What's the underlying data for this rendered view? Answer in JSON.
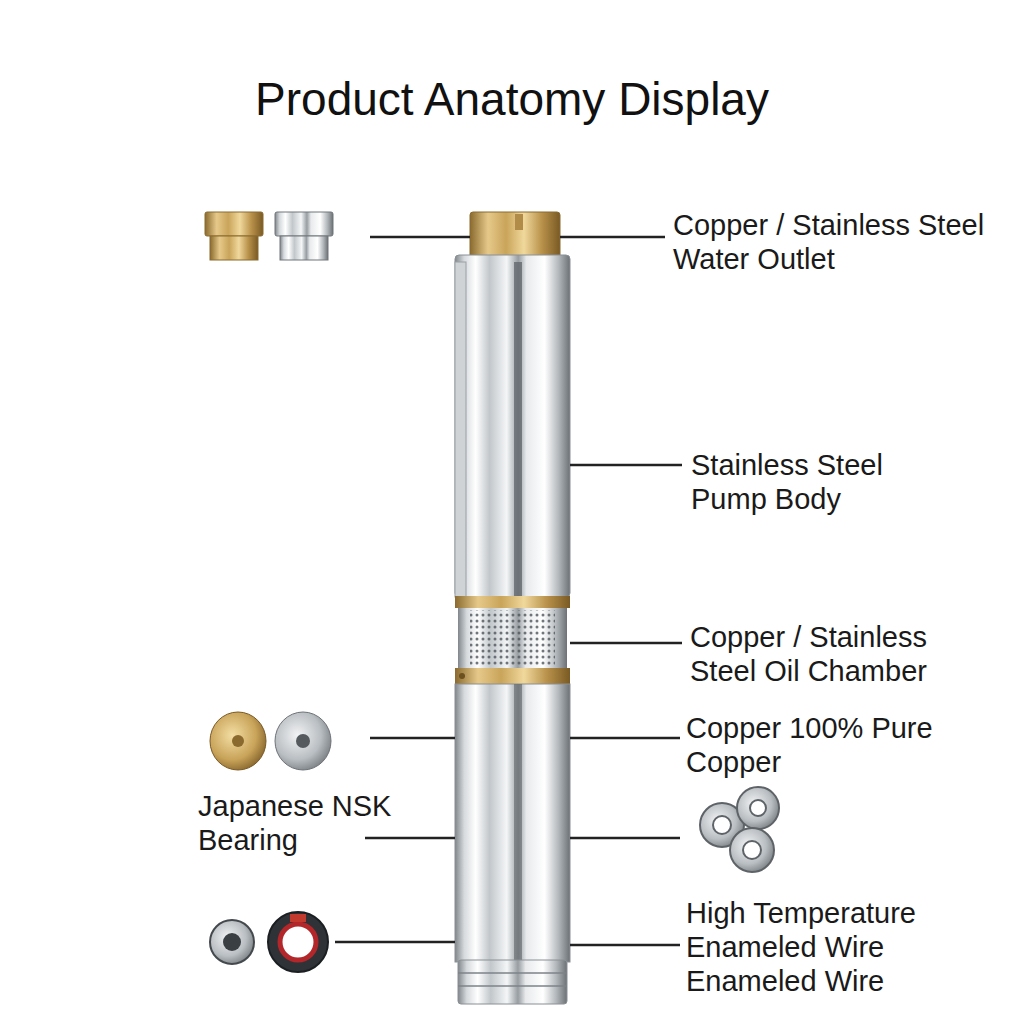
{
  "diagram": {
    "title": "Product Anatomy Display",
    "labels": [
      "Copper / Stainless Steel Water Outlet",
      "Stainless Steel Pump Body",
      "Copper / Stainless Steel Oil Chamber",
      "Copper 100% Pure Copper",
      "Japanese NSK Bearing",
      "High Temperature Enameled Wire Enameled Wire"
    ]
  }
}
